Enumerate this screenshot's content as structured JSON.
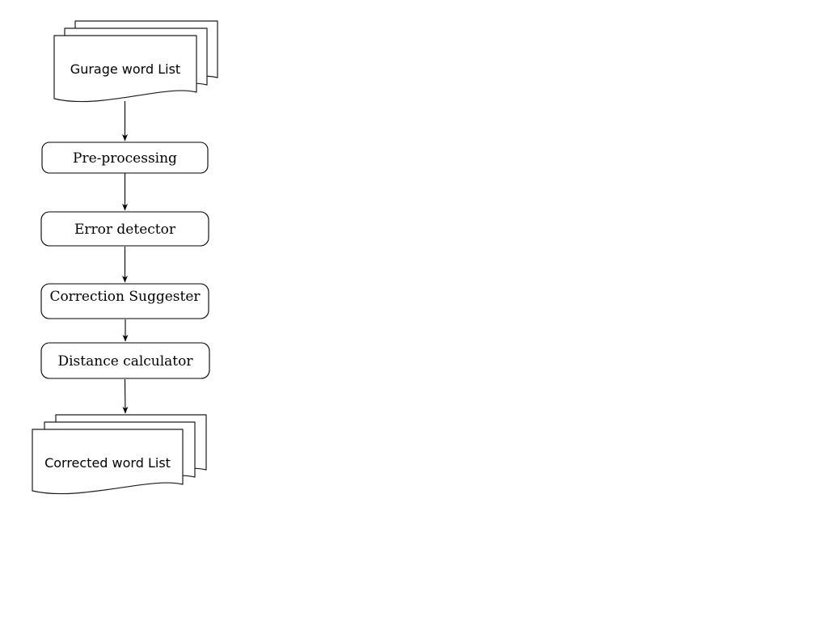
{
  "diagram": {
    "background_color": "#ffffff",
    "stroke_color": "#000000",
    "fill_color": "#ffffff",
    "nodes": [
      {
        "id": "gurage-word-list",
        "type": "multi-document",
        "label": "Gurage word List"
      },
      {
        "id": "pre-processing",
        "type": "process",
        "label": "Pre-processing"
      },
      {
        "id": "error-detector",
        "type": "process",
        "label": "Error detector"
      },
      {
        "id": "correction-suggester",
        "type": "process",
        "label": "Correction Suggester"
      },
      {
        "id": "distance-calculator",
        "type": "process",
        "label": "Distance calculator"
      },
      {
        "id": "corrected-word-list",
        "type": "multi-document",
        "label": "Corrected word List"
      }
    ],
    "edges": [
      {
        "from": "gurage-word-list",
        "to": "pre-processing",
        "style": "arrow"
      },
      {
        "from": "pre-processing",
        "to": "error-detector",
        "style": "arrow"
      },
      {
        "from": "error-detector",
        "to": "correction-suggester",
        "style": "arrow"
      },
      {
        "from": "correction-suggester",
        "to": "distance-calculator",
        "style": "arrow"
      },
      {
        "from": "distance-calculator",
        "to": "corrected-word-list",
        "style": "arrow"
      }
    ]
  }
}
